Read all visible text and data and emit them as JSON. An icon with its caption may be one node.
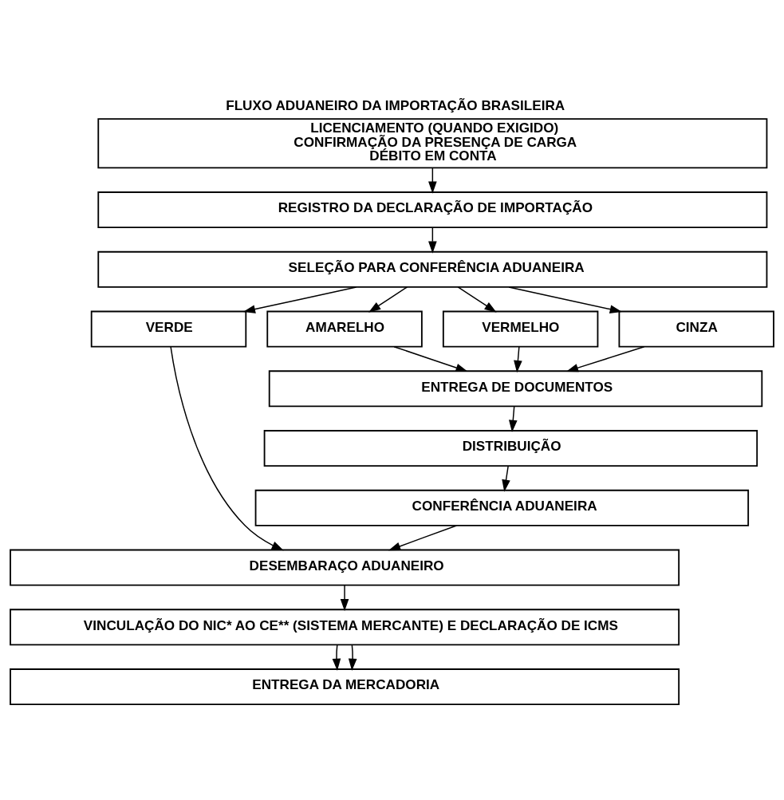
{
  "diagram": {
    "title": "FLUXO ADUANEIRO DA IMPORTAÇÃO BRASILEIRA",
    "nodes": [
      {
        "text": [
          "LICENCIAMENTO (QUANDO EXIGIDO)",
          "CONFIRMAÇÃO DA PRESENÇA DE CARGA",
          "DÉBITO EM CONTA"
        ]
      },
      {
        "text": [
          "REGISTRO DA DECLARAÇÃO DE IMPORTAÇÃO"
        ]
      },
      {
        "text": [
          "SELEÇÃO PARA CONFERÊNCIA ADUANEIRA"
        ]
      },
      {
        "text": [
          "VERDE"
        ]
      },
      {
        "text": [
          "AMARELHO"
        ]
      },
      {
        "text": [
          "VERMELHO"
        ]
      },
      {
        "text": [
          "CINZA"
        ]
      },
      {
        "text": [
          "ENTREGA DE DOCUMENTOS"
        ]
      },
      {
        "text": [
          "DISTRIBUIÇÃO"
        ]
      },
      {
        "text": [
          "CONFERÊNCIA ADUANEIRA"
        ]
      },
      {
        "text": [
          "DESEMBARAÇO ADUANEIRO"
        ]
      },
      {
        "text": [
          "VINCULAÇÃO DO NIC* AO CE** (SISTEMA MERCANTE) E DECLARAÇÃO DE ICMS"
        ]
      },
      {
        "text": [
          "ENTREGA DA MERCADORIA"
        ]
      }
    ],
    "edges": [
      {
        "from": 0,
        "to": 1,
        "arrow": "to"
      },
      {
        "from": 1,
        "to": 2,
        "arrow": "to"
      },
      {
        "from": 2,
        "to": 3,
        "arrow": "to"
      },
      {
        "from": 2,
        "to": 4,
        "arrow": "to"
      },
      {
        "from": 2,
        "to": 5,
        "arrow": "to"
      },
      {
        "from": 2,
        "to": 6,
        "arrow": "to"
      },
      {
        "from": 4,
        "to": 7,
        "arrow": "to"
      },
      {
        "from": 5,
        "to": 7,
        "arrow": "to"
      },
      {
        "from": 6,
        "to": 7,
        "arrow": "to"
      },
      {
        "from": 7,
        "to": 8,
        "arrow": "to"
      },
      {
        "from": 8,
        "to": 9,
        "arrow": "to"
      },
      {
        "from": 3,
        "to": 10,
        "arrow": "to"
      },
      {
        "from": 9,
        "to": 10,
        "arrow": "to"
      },
      {
        "from": 10,
        "to": 11,
        "arrow": "to"
      },
      {
        "from": 11,
        "to": 12,
        "arrow": "to"
      },
      {
        "from": 11,
        "to": 12,
        "arrow": "to"
      }
    ]
  }
}
